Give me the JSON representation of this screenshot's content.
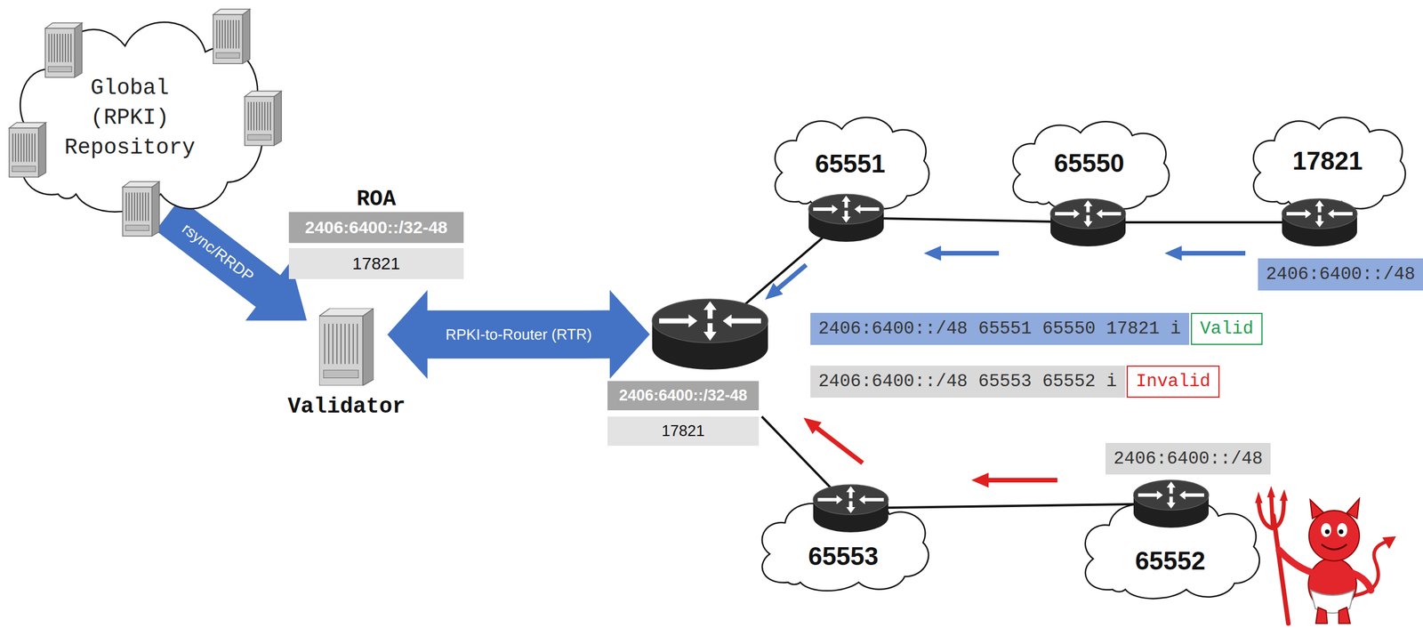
{
  "diagram": {
    "nodes": [
      {
        "text": [
          "Global (RPKI) Repository"
        ]
      },
      {
        "text": [
          "ROA",
          "2406:6400::/32-48",
          "17821"
        ]
      },
      {
        "text": [
          "Validator"
        ]
      },
      {
        "text": [
          "65551"
        ]
      },
      {
        "text": [
          "65550"
        ]
      },
      {
        "text": [
          "17821"
        ]
      },
      {
        "text": [
          "2406:6400::/48"
        ]
      },
      {
        "text": [
          "2406:6400::/32-48",
          "17821"
        ]
      },
      {
        "text": [
          "2406:6400::/48 65551 65550 17821 i"
        ]
      },
      {
        "text": [
          "Valid"
        ]
      },
      {
        "text": [
          "2406:6400::/48 65553 65552 i"
        ]
      },
      {
        "text": [
          "Invalid"
        ]
      },
      {
        "text": [
          "2406:6400::/48"
        ]
      },
      {
        "text": [
          "65553"
        ]
      },
      {
        "text": [
          "65552"
        ]
      }
    ],
    "edges": [
      {
        "from": 0,
        "to": 2,
        "arrow": "to",
        "label": "rsync/RRDP"
      },
      {
        "from": 2,
        "to": 7,
        "arrow": "both",
        "label": "RPKI-to-Router (RTR)"
      },
      {
        "from": 3,
        "to": 7,
        "arrow": "none"
      },
      {
        "from": 3,
        "to": 4,
        "arrow": "none"
      },
      {
        "from": 4,
        "to": 5,
        "arrow": "none"
      },
      {
        "from": 7,
        "to": 13,
        "arrow": "none"
      },
      {
        "from": 13,
        "to": 14,
        "arrow": "none"
      }
    ]
  }
}
